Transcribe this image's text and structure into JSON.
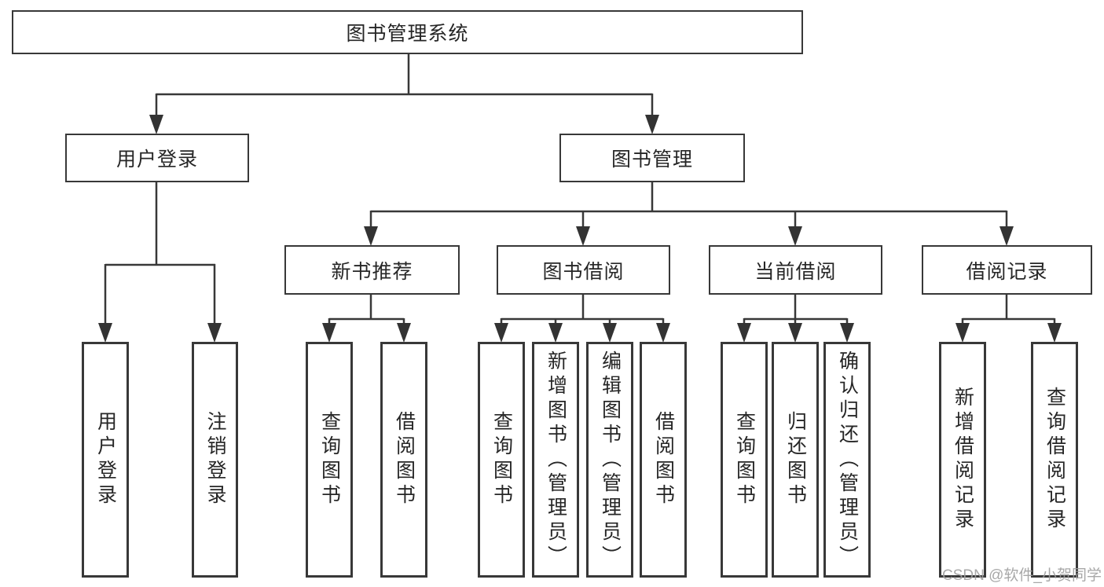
{
  "nodes": {
    "root": "图书管理系统",
    "user_login_branch": "用户登录",
    "book_management_branch": "图书管理",
    "new_book_recommend": "新书推荐",
    "book_borrowing": "图书借阅",
    "current_borrowing": "当前借阅",
    "borrowing_records": "借阅记录",
    "leaf_user_login": "用户登录",
    "leaf_logout": "注销登录",
    "leaf_recommend_query_books": "查询图书",
    "leaf_recommend_borrow_books": "借阅图书",
    "leaf_borrow_query_books": "查询图书",
    "leaf_borrow_add_books_admin": "新增图书（管理员）",
    "leaf_borrow_edit_books_admin": "编辑图书（管理员）",
    "leaf_borrow_borrow_books": "借阅图书",
    "leaf_current_query_books": "查询图书",
    "leaf_current_return_books": "归还图书",
    "leaf_current_confirm_return_admin": "确认归还（管理员）",
    "leaf_records_add_record": "新增借阅记录",
    "leaf_records_query_record": "查询借阅记录"
  },
  "watermark": {
    "text": "CSDN @软件_小贺同学"
  },
  "colors": {
    "line": "#383838",
    "text": "#262626",
    "watermark": "#9e9e9e",
    "background": "#ffffff"
  }
}
